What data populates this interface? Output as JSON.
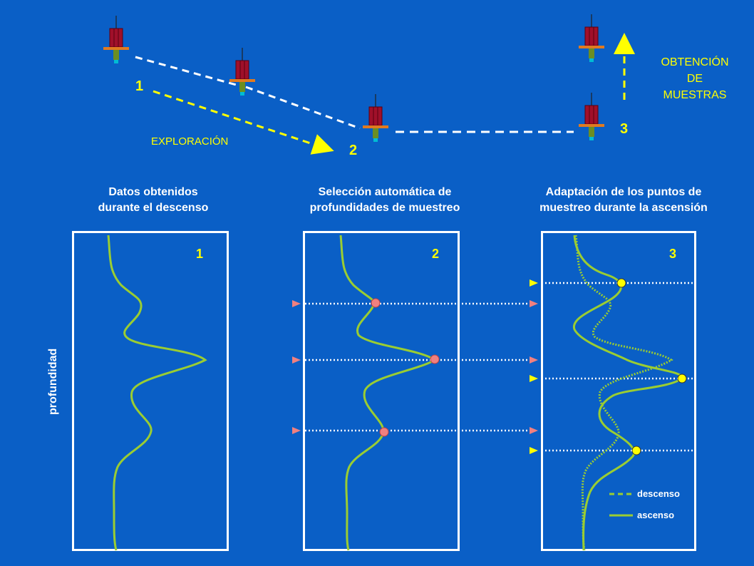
{
  "top": {
    "step_1": "1",
    "step_2": "2",
    "step_3": "3",
    "exploration_label": "EXPLORACIÓN",
    "sampling_label_lines": [
      "OBTENCIÓN",
      "DE",
      "MUESTRAS"
    ]
  },
  "panels": [
    {
      "heading_lines": [
        "Datos obtenidos",
        "durante el descenso"
      ],
      "number": "1"
    },
    {
      "heading_lines": [
        "Selección automática de",
        "profundidades de muestreo"
      ],
      "number": "2"
    },
    {
      "heading_lines": [
        "Adaptación de los puntos de",
        "muestreo durante la ascensión"
      ],
      "number": "3"
    }
  ],
  "y_axis_label": "profundidad",
  "legend": {
    "descent": "descenso",
    "ascent": "ascenso"
  },
  "colors": {
    "background": "#0a5fc6",
    "curve": "#9acd32",
    "yellow": "#ffff00",
    "marker_pink": "#f08080",
    "buoy_body": "#a0102a",
    "buoy_collar": "#e07a20"
  }
}
